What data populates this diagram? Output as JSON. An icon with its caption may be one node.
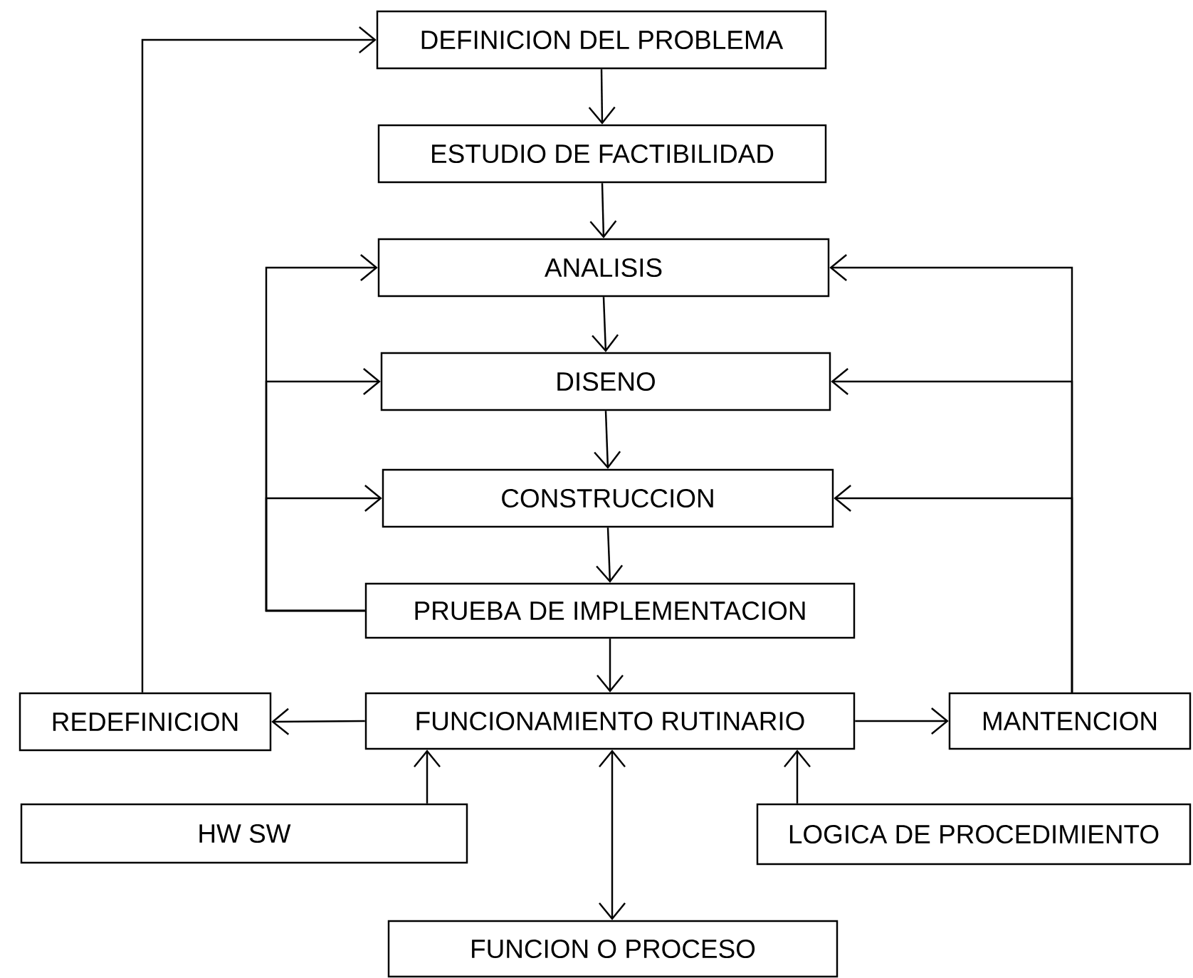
{
  "diagram": {
    "nodes": [
      {
        "text": [
          "DEFINICION DEL PROBLEMA"
        ]
      },
      {
        "text": [
          "ESTUDIO DE FACTIBILIDAD"
        ]
      },
      {
        "text": [
          "ANALISIS"
        ]
      },
      {
        "text": [
          "DISENO"
        ]
      },
      {
        "text": [
          "CONSTRUCCION"
        ]
      },
      {
        "text": [
          "PRUEBA DE IMPLEMENTACION"
        ]
      },
      {
        "text": [
          "FUNCIONAMIENTO RUTINARIO"
        ]
      },
      {
        "text": [
          "REDEFINICION"
        ]
      },
      {
        "text": [
          "MANTENCION"
        ]
      },
      {
        "text": [
          "HW   SW"
        ]
      },
      {
        "text": [
          "LOGICA DE PROCEDIMIENTO"
        ]
      },
      {
        "text": [
          "FUNCION O PROCESO"
        ]
      }
    ],
    "edges": [
      {
        "from": 0,
        "to": 1,
        "arrow": "to"
      },
      {
        "from": 1,
        "to": 2,
        "arrow": "to"
      },
      {
        "from": 2,
        "to": 3,
        "arrow": "to"
      },
      {
        "from": 3,
        "to": 4,
        "arrow": "to"
      },
      {
        "from": 4,
        "to": 5,
        "arrow": "to"
      },
      {
        "from": 5,
        "to": 6,
        "arrow": "to"
      },
      {
        "from": 5,
        "to": 2,
        "arrow": "to"
      },
      {
        "from": 5,
        "to": 3,
        "arrow": "to"
      },
      {
        "from": 5,
        "to": 4,
        "arrow": "to"
      },
      {
        "from": 6,
        "to": 7,
        "arrow": "to"
      },
      {
        "from": 6,
        "to": 8,
        "arrow": "to"
      },
      {
        "from": 7,
        "to": 0,
        "arrow": "to"
      },
      {
        "from": 8,
        "to": 2,
        "arrow": "to"
      },
      {
        "from": 8,
        "to": 3,
        "arrow": "to"
      },
      {
        "from": 8,
        "to": 4,
        "arrow": "to"
      },
      {
        "from": 9,
        "to": 6,
        "arrow": "to"
      },
      {
        "from": 10,
        "to": 6,
        "arrow": "to"
      },
      {
        "from": 6,
        "to": 11,
        "arrow": "both"
      }
    ]
  }
}
